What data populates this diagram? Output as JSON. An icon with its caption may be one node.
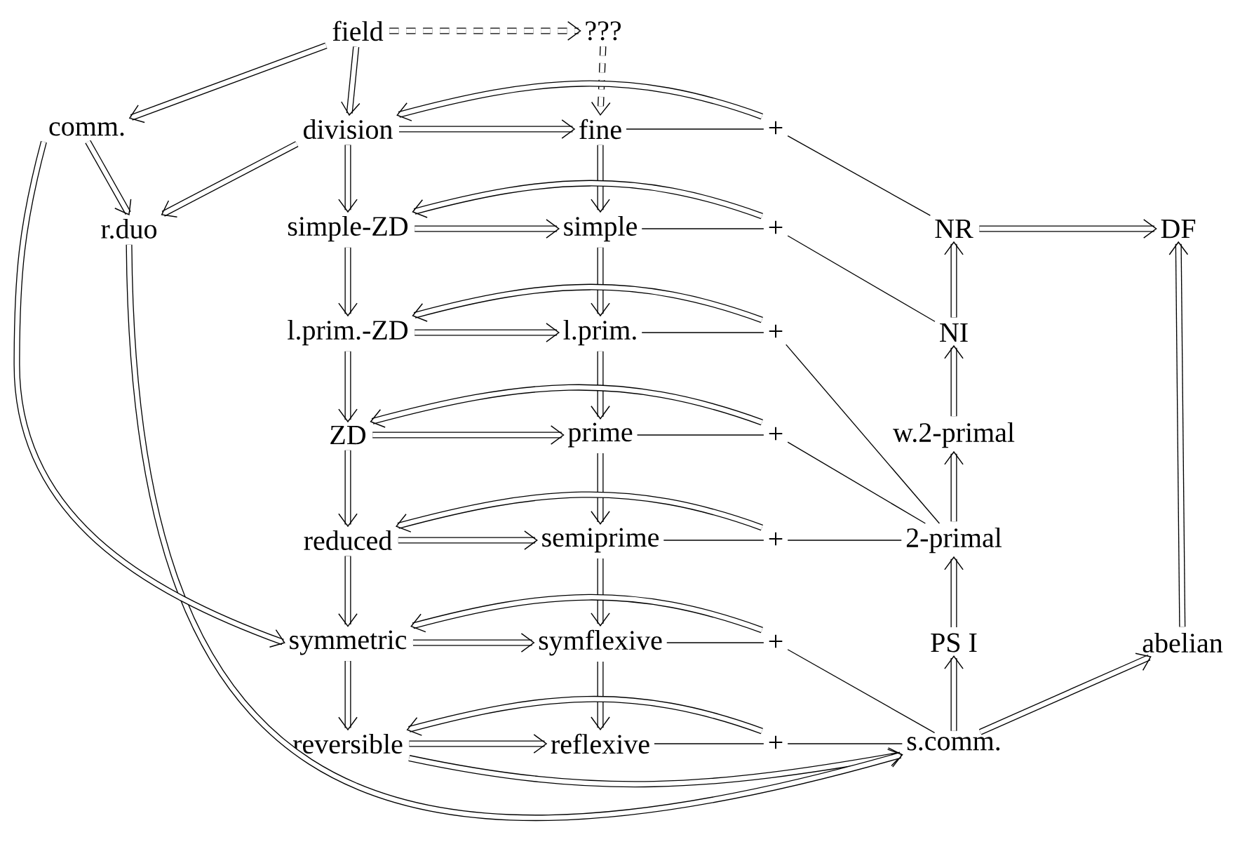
{
  "diagram": {
    "nodes": [
      {
        "text": [
          "field"
        ]
      },
      {
        "text": [
          "???"
        ]
      },
      {
        "text": [
          "comm."
        ]
      },
      {
        "text": [
          "division"
        ]
      },
      {
        "text": [
          "fine"
        ]
      },
      {
        "text": [
          "+"
        ]
      },
      {
        "text": [
          "NR"
        ]
      },
      {
        "text": [
          "DF"
        ]
      },
      {
        "text": [
          "r.duo"
        ]
      },
      {
        "text": [
          "simple-ZD"
        ]
      },
      {
        "text": [
          "simple"
        ]
      },
      {
        "text": [
          "+"
        ]
      },
      {
        "text": [
          "NI"
        ]
      },
      {
        "text": [
          "l.prim.-ZD"
        ]
      },
      {
        "text": [
          "l.prim."
        ]
      },
      {
        "text": [
          "+"
        ]
      },
      {
        "text": [
          "ZD"
        ]
      },
      {
        "text": [
          "prime"
        ]
      },
      {
        "text": [
          "+"
        ]
      },
      {
        "text": [
          "w.2-primal"
        ]
      },
      {
        "text": [
          "reduced"
        ]
      },
      {
        "text": [
          "semiprime"
        ]
      },
      {
        "text": [
          "+"
        ]
      },
      {
        "text": [
          "2-primal"
        ]
      },
      {
        "text": [
          "symmetric"
        ]
      },
      {
        "text": [
          "symflexive"
        ]
      },
      {
        "text": [
          "+"
        ]
      },
      {
        "text": [
          "PS I"
        ]
      },
      {
        "text": [
          "abelian"
        ]
      },
      {
        "text": [
          "reversible"
        ]
      },
      {
        "text": [
          "reflexive"
        ]
      },
      {
        "text": [
          "+"
        ]
      },
      {
        "text": [
          "s.comm."
        ]
      }
    ],
    "edges": [
      {
        "from": 0,
        "to": 1,
        "arrow": "to",
        "style": "dashed"
      },
      {
        "from": 1,
        "to": 4,
        "arrow": "to",
        "style": "dashed"
      },
      {
        "from": 0,
        "to": 2,
        "arrow": "to"
      },
      {
        "from": 0,
        "to": 3,
        "arrow": "to"
      },
      {
        "from": 3,
        "to": 4,
        "arrow": "to"
      },
      {
        "from": 4,
        "to": 5,
        "arrow": "none"
      },
      {
        "from": 5,
        "to": 3,
        "arrow": "to"
      },
      {
        "from": 2,
        "to": 8,
        "arrow": "to"
      },
      {
        "from": 3,
        "to": 8,
        "arrow": "to"
      },
      {
        "from": 3,
        "to": 9,
        "arrow": "to"
      },
      {
        "from": 4,
        "to": 10,
        "arrow": "to"
      },
      {
        "from": 9,
        "to": 10,
        "arrow": "to"
      },
      {
        "from": 10,
        "to": 11,
        "arrow": "none"
      },
      {
        "from": 11,
        "to": 9,
        "arrow": "to"
      },
      {
        "from": 5,
        "to": 6,
        "arrow": "none"
      },
      {
        "from": 11,
        "to": 12,
        "arrow": "none"
      },
      {
        "from": 6,
        "to": 7,
        "arrow": "to"
      },
      {
        "from": 12,
        "to": 6,
        "arrow": "to"
      },
      {
        "from": 9,
        "to": 13,
        "arrow": "to"
      },
      {
        "from": 10,
        "to": 14,
        "arrow": "to"
      },
      {
        "from": 13,
        "to": 14,
        "arrow": "to"
      },
      {
        "from": 14,
        "to": 15,
        "arrow": "none"
      },
      {
        "from": 15,
        "to": 13,
        "arrow": "to"
      },
      {
        "from": 15,
        "to": 23,
        "arrow": "none"
      },
      {
        "from": 13,
        "to": 16,
        "arrow": "to"
      },
      {
        "from": 14,
        "to": 17,
        "arrow": "to"
      },
      {
        "from": 16,
        "to": 17,
        "arrow": "to"
      },
      {
        "from": 17,
        "to": 18,
        "arrow": "none"
      },
      {
        "from": 18,
        "to": 16,
        "arrow": "to"
      },
      {
        "from": 18,
        "to": 23,
        "arrow": "none"
      },
      {
        "from": 19,
        "to": 12,
        "arrow": "to"
      },
      {
        "from": 16,
        "to": 20,
        "arrow": "to"
      },
      {
        "from": 17,
        "to": 21,
        "arrow": "to"
      },
      {
        "from": 20,
        "to": 21,
        "arrow": "to"
      },
      {
        "from": 21,
        "to": 22,
        "arrow": "none"
      },
      {
        "from": 22,
        "to": 20,
        "arrow": "to"
      },
      {
        "from": 22,
        "to": 23,
        "arrow": "none"
      },
      {
        "from": 23,
        "to": 19,
        "arrow": "to"
      },
      {
        "from": 20,
        "to": 24,
        "arrow": "to"
      },
      {
        "from": 21,
        "to": 25,
        "arrow": "to"
      },
      {
        "from": 24,
        "to": 25,
        "arrow": "to"
      },
      {
        "from": 25,
        "to": 26,
        "arrow": "none"
      },
      {
        "from": 26,
        "to": 24,
        "arrow": "to"
      },
      {
        "from": 26,
        "to": 32,
        "arrow": "none"
      },
      {
        "from": 27,
        "to": 23,
        "arrow": "to"
      },
      {
        "from": 24,
        "to": 29,
        "arrow": "to"
      },
      {
        "from": 25,
        "to": 30,
        "arrow": "to"
      },
      {
        "from": 29,
        "to": 30,
        "arrow": "to"
      },
      {
        "from": 30,
        "to": 31,
        "arrow": "none"
      },
      {
        "from": 31,
        "to": 29,
        "arrow": "to"
      },
      {
        "from": 31,
        "to": 32,
        "arrow": "none"
      },
      {
        "from": 32,
        "to": 27,
        "arrow": "to"
      },
      {
        "from": 29,
        "to": 32,
        "arrow": "to"
      },
      {
        "from": 8,
        "to": 32,
        "arrow": "to"
      },
      {
        "from": 2,
        "to": 24,
        "arrow": "to"
      },
      {
        "from": 32,
        "to": 28,
        "arrow": "to"
      },
      {
        "from": 28,
        "to": 7,
        "arrow": "to"
      }
    ]
  }
}
